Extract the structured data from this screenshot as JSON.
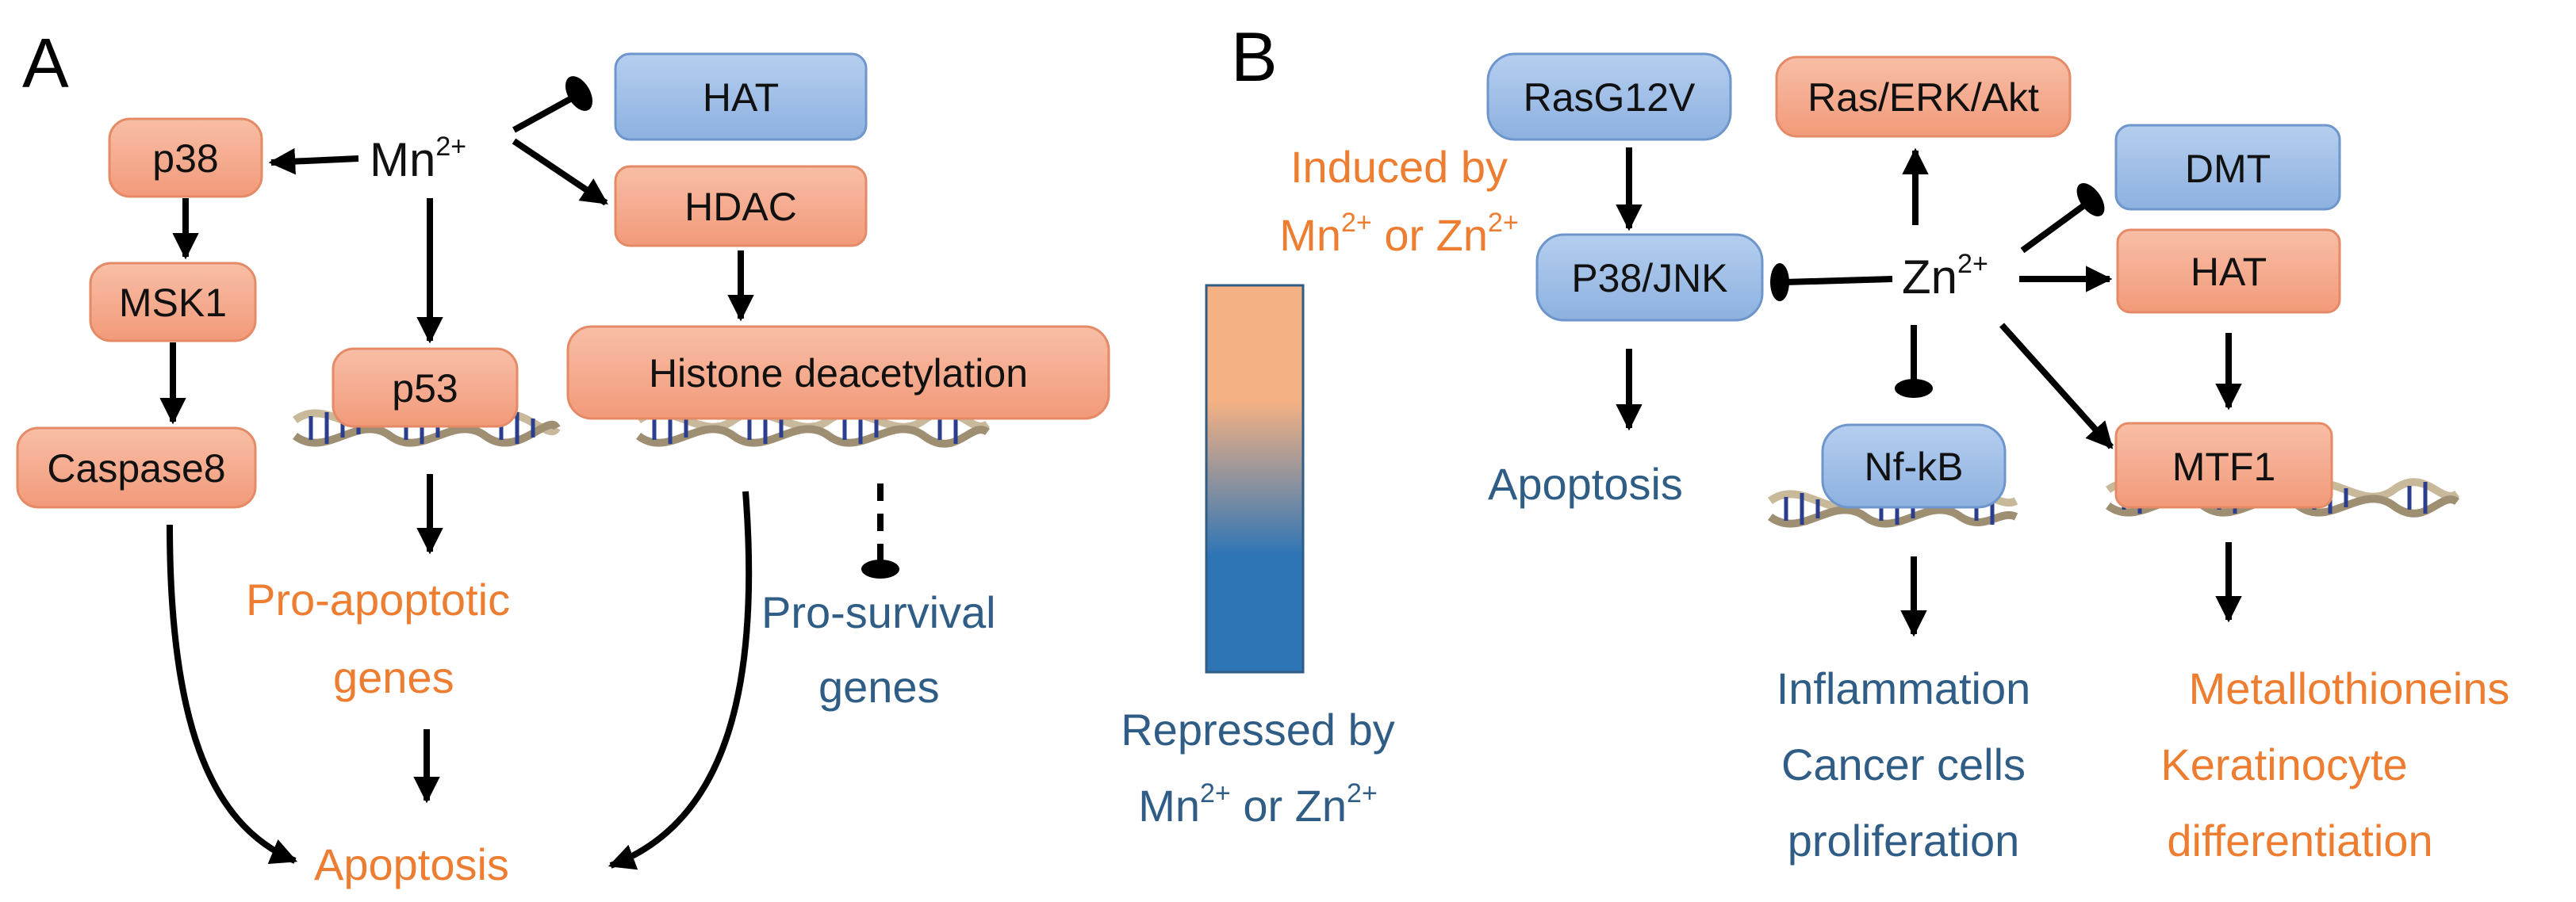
{
  "panels": {
    "a_letter": "A",
    "b_letter": "B"
  },
  "colors": {
    "orange_box": "#F4A98A",
    "orange_box_edge": "#E58A66",
    "blue_box": "#9DBDE6",
    "blue_box_edge": "#6E96CC",
    "orange_text": "#ED7D31",
    "blue_text": "#2F5D85",
    "gradient_top": "#F4B183",
    "gradient_bottom": "#2E75B6"
  },
  "panel_a": {
    "ion": {
      "base": "Mn",
      "charge": "2+"
    },
    "boxes": {
      "p38": "p38",
      "msk1": "MSK1",
      "caspase8": "Caspase8",
      "p53": "p53",
      "hat": "HAT",
      "hdac": "HDAC",
      "histone": "Histone deacetylation"
    },
    "labels": {
      "pro_apoptotic_1": "Pro-apoptotic",
      "pro_apoptotic_2": "genes",
      "pro_survival_1": "Pro-survival",
      "pro_survival_2": "genes",
      "apoptosis": "Apoptosis"
    }
  },
  "legend": {
    "induced_1": "Induced by",
    "induced_2_a": "Mn",
    "induced_2_sup_a": "2+",
    "induced_2_mid": " or Zn",
    "induced_2_sup_b": "2+",
    "repressed_1": "Repressed by",
    "repressed_2_a": "Mn",
    "repressed_2_sup_a": "2+",
    "repressed_2_mid": " or Zn",
    "repressed_2_sup_b": "2+"
  },
  "panel_b": {
    "ion": {
      "base": "Zn",
      "charge": "2+"
    },
    "boxes": {
      "rasg12v": "RasG12V",
      "ras_erk_akt": "Ras/ERK/Akt",
      "p38jnk": "P38/JNK",
      "dmt": "DMT",
      "hat": "HAT",
      "nfkb": "Nf-kB",
      "mtf1": "MTF1"
    },
    "labels": {
      "apoptosis": "Apoptosis",
      "inflammation": "Inflammation",
      "cancer_cells": "Cancer cells",
      "proliferation": "proliferation",
      "metallothioneins": "Metallothioneins",
      "keratinocyte": "Keratinocyte",
      "differentiation": "differentiation"
    }
  }
}
